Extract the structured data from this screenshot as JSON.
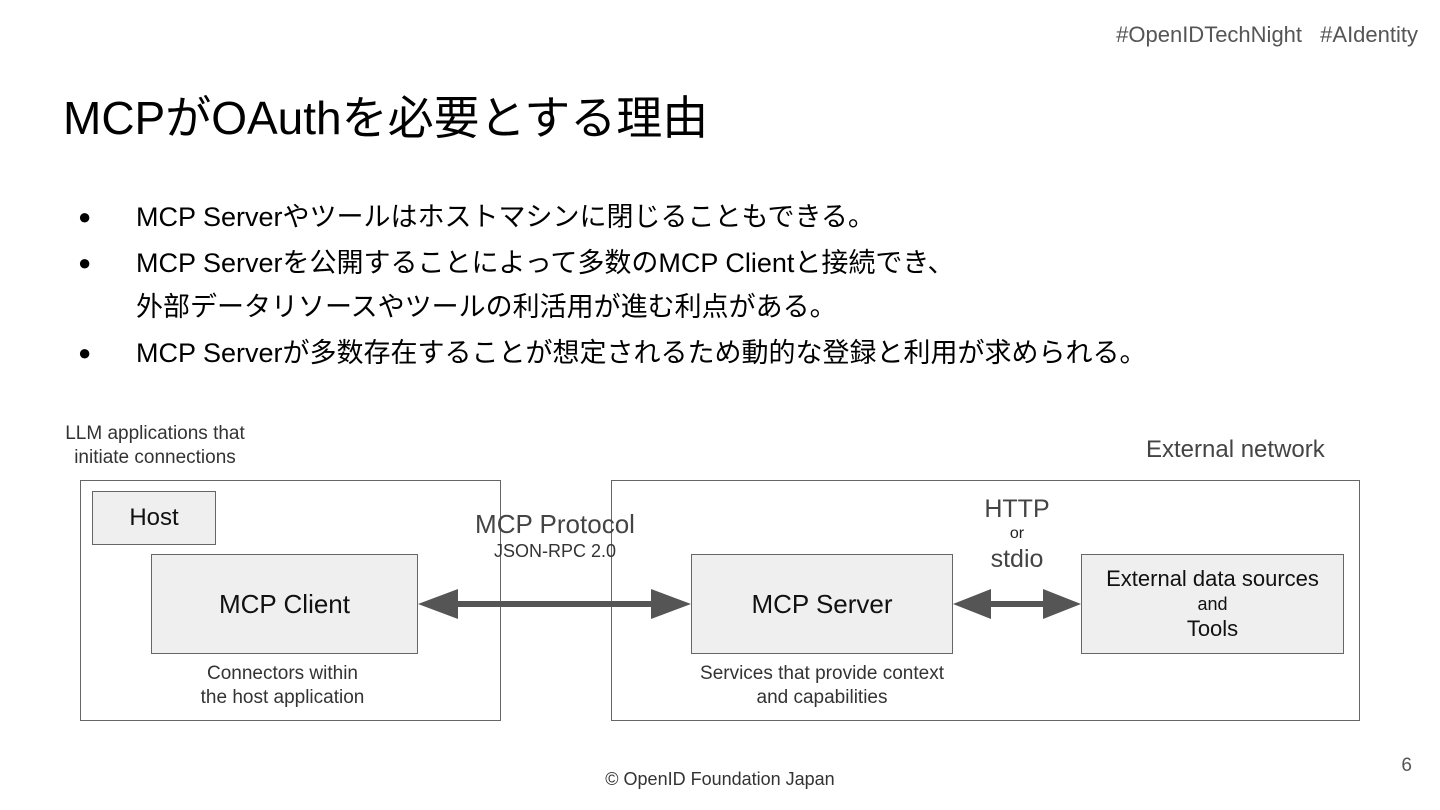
{
  "header": {
    "tags": [
      "#OpenIDTechNight",
      "#AIdentity"
    ]
  },
  "slide": {
    "title": "MCPがOAuthを必要とする理由",
    "bullets": [
      {
        "lines": [
          "MCP Serverやツールはホストマシンに閉じることもできる。"
        ]
      },
      {
        "lines": [
          "MCP Serverを公開することによって多数のMCP Clientと接続でき、",
          "外部データリソースやツールの利活用が進む利点がある。"
        ]
      },
      {
        "lines": [
          "MCP Serverが多数存在することが想定されるため動的な登録と利用が求められる。"
        ]
      }
    ],
    "bullet_symbol": "●"
  },
  "diagram": {
    "client_side_label": [
      "LLM applications that",
      "initiate connections"
    ],
    "external_label": "External network",
    "host": "Host",
    "mcp_client": "MCP Client",
    "client_caption": [
      "Connectors within",
      "the host application"
    ],
    "protocol": {
      "name": "MCP Protocol",
      "sub": "JSON-RPC 2.0"
    },
    "mcp_server": "MCP Server",
    "server_caption": [
      "Services that provide context",
      "and capabilities"
    ],
    "transport": {
      "top": "HTTP",
      "mid": "or",
      "bottom": "stdio"
    },
    "external": [
      "External data sources",
      "and",
      "Tools"
    ]
  },
  "footer": {
    "copyright": "© OpenID Foundation Japan",
    "page_number": "6"
  },
  "colors": {
    "box_fill": "#efefef",
    "border": "#666666",
    "arrow": "#555555"
  }
}
